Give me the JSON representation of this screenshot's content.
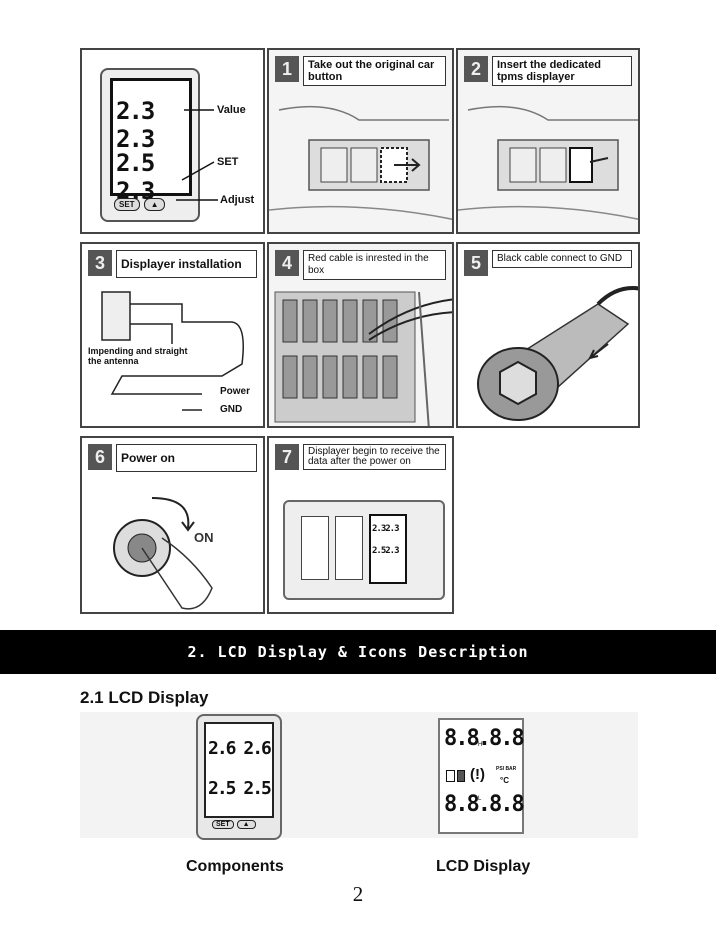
{
  "device_panel": {
    "readings": [
      "2.3",
      "2.3",
      "2.5",
      "2.3"
    ],
    "labels": {
      "value": "Value",
      "set": "SET",
      "adjust": "Adjust"
    },
    "buttons": {
      "set": "SET",
      "adjust": "▲"
    }
  },
  "steps": [
    {
      "num": "1",
      "title": "Take out the original car button"
    },
    {
      "num": "2",
      "title": "Insert the dedicated tpms displayer"
    },
    {
      "num": "3",
      "title": "Displayer installation"
    },
    {
      "num": "4",
      "title": "Red cable is inrested in the box"
    },
    {
      "num": "5",
      "title": "Black cable connect to GND"
    },
    {
      "num": "6",
      "title": "Power on"
    },
    {
      "num": "7",
      "title": "Displayer begin to receive the data after the power on"
    }
  ],
  "step3_labels": {
    "antenna": "Impending and straight the antenna",
    "power": "Power",
    "gnd": "GND"
  },
  "step6_labels": {
    "on": "ON"
  },
  "step7_readings": [
    "2.3",
    "2.3",
    "2.5",
    "2.3"
  ],
  "section": {
    "heading": "2. LCD Display & Icons Description",
    "subheading": "2.1 LCD Display"
  },
  "components": {
    "readings": [
      "2.6",
      "2.6",
      "2.5",
      "2.5"
    ],
    "buttons": {
      "set": "SET",
      "adjust": "▲"
    },
    "caption": "Components"
  },
  "lcd_display": {
    "top": "8.8.8.8",
    "bottom": "8.8.8.8",
    "units": {
      "psi_bar": "PSI BAR",
      "celsius": "°C",
      "h": "H",
      "l": "L"
    },
    "caption": "LCD Display"
  },
  "page_number": "2"
}
